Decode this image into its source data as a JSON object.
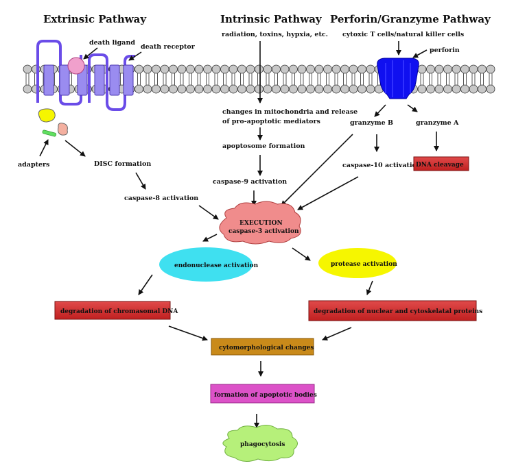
{
  "headers": {
    "extrinsic": "Extrinsic Pathway",
    "intrinsic": "Intrinsic Pathway",
    "perforin": "Perforin/Granzyme Pathway"
  },
  "extrinsic": {
    "death_ligand": "death ligand",
    "death_receptor": "death receptor",
    "adapters": "adapters",
    "disc": "DISC formation",
    "caspase8": "caspase-8 activation"
  },
  "intrinsic": {
    "stimuli": "radiation, toxins, hypxia, etc.",
    "mito_line1": "changes in mitochondria and release",
    "mito_line2": "of pro-apoptotic mediators",
    "apoptosome": "apoptosome formation",
    "caspase9": "caspase-9 activation"
  },
  "perforin": {
    "cells": "cytoxic T cells/natural killer cells",
    "perforin": "perforin",
    "granzyme_b": "granzyme B",
    "granzyme_a": "granzyme A",
    "caspase10": "caspase-10 activation",
    "dna_cleavage": "DNA cleavage"
  },
  "execution": {
    "line1": "EXECUTION",
    "line2": "caspase-3 activation"
  },
  "downstream": {
    "endonuclease": "endonuclease activation",
    "protease": "protease activation",
    "deg_dna": "degradation of chromasomal DNA",
    "deg_proteins": "degradation of nuclear and cytoskelatal proteins",
    "cytomorph": "cytomorphological changes",
    "bodies": "formation of apoptotic bodies",
    "phagocytosis": "phagocytosis"
  },
  "colors": {
    "membrane_head": "#c8c8c8",
    "receptor": "#9a8cf0",
    "ligand": "#f0a0cc",
    "perforin": "#1010f0",
    "execution": "#f08c8c",
    "endonuclease": "#3fe0f0",
    "protease": "#f6f600",
    "red_box": "#d42828",
    "cytomorph": "#c98a1a",
    "bodies": "#dc52c8",
    "phagocytosis": "#b6f07a"
  }
}
